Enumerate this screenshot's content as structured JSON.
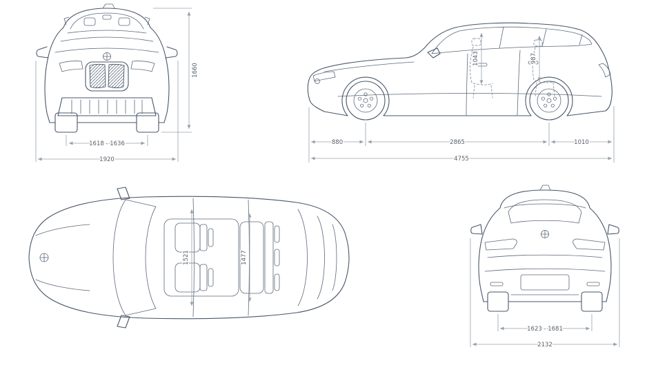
{
  "colors": {
    "line": "#475569",
    "dim_line": "#97a0aa",
    "dim_text": "#565e68",
    "background": "#ffffff"
  },
  "icons": {
    "brand_logo": "bmw-roundel-icon"
  },
  "views": {
    "front": {
      "dims": {
        "overall_height": "1660",
        "front_track": "1618 - 1636",
        "overall_width": "1920"
      }
    },
    "side": {
      "dims": {
        "front_headroom": "1043",
        "rear_headroom": "987",
        "front_overhang": "880",
        "wheelbase": "2865",
        "rear_overhang": "1010",
        "overall_length": "4755"
      }
    },
    "top": {
      "dims": {
        "front_interior_width": "1521",
        "rear_interior_width": "1477"
      }
    },
    "rear": {
      "dims": {
        "rear_track": "1623 - 1681",
        "overall_width_incl_mirrors": "2132"
      }
    }
  }
}
